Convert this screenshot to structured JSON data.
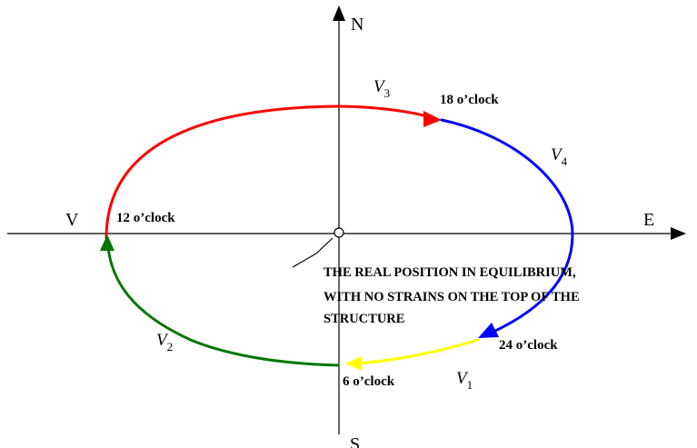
{
  "axes": {
    "north": "N",
    "south": "S",
    "east": "E",
    "west": "V"
  },
  "times": {
    "t12": "12 o’clock",
    "t18": "18 o’clock",
    "t24": "24 o’clock",
    "t6": "6 o’clock"
  },
  "velocities": [
    {
      "letter": "V",
      "sub": "1"
    },
    {
      "letter": "V",
      "sub": "2"
    },
    {
      "letter": "V",
      "sub": "3"
    },
    {
      "letter": "V",
      "sub": "4"
    }
  ],
  "note": {
    "line1": "THE REAL POSITION IN EQUILIBRIUM,",
    "line2": "WITH NO STRAINS ON THE TOP OF THE",
    "line3": "STRUCTURE"
  },
  "colors": {
    "segment_12_to_18": "#ff0000",
    "segment_18_to_24": "#0000ff",
    "segment_24_to_6": "#ffff00",
    "segment_6_to_12": "#007700",
    "axes": "#000000"
  }
}
